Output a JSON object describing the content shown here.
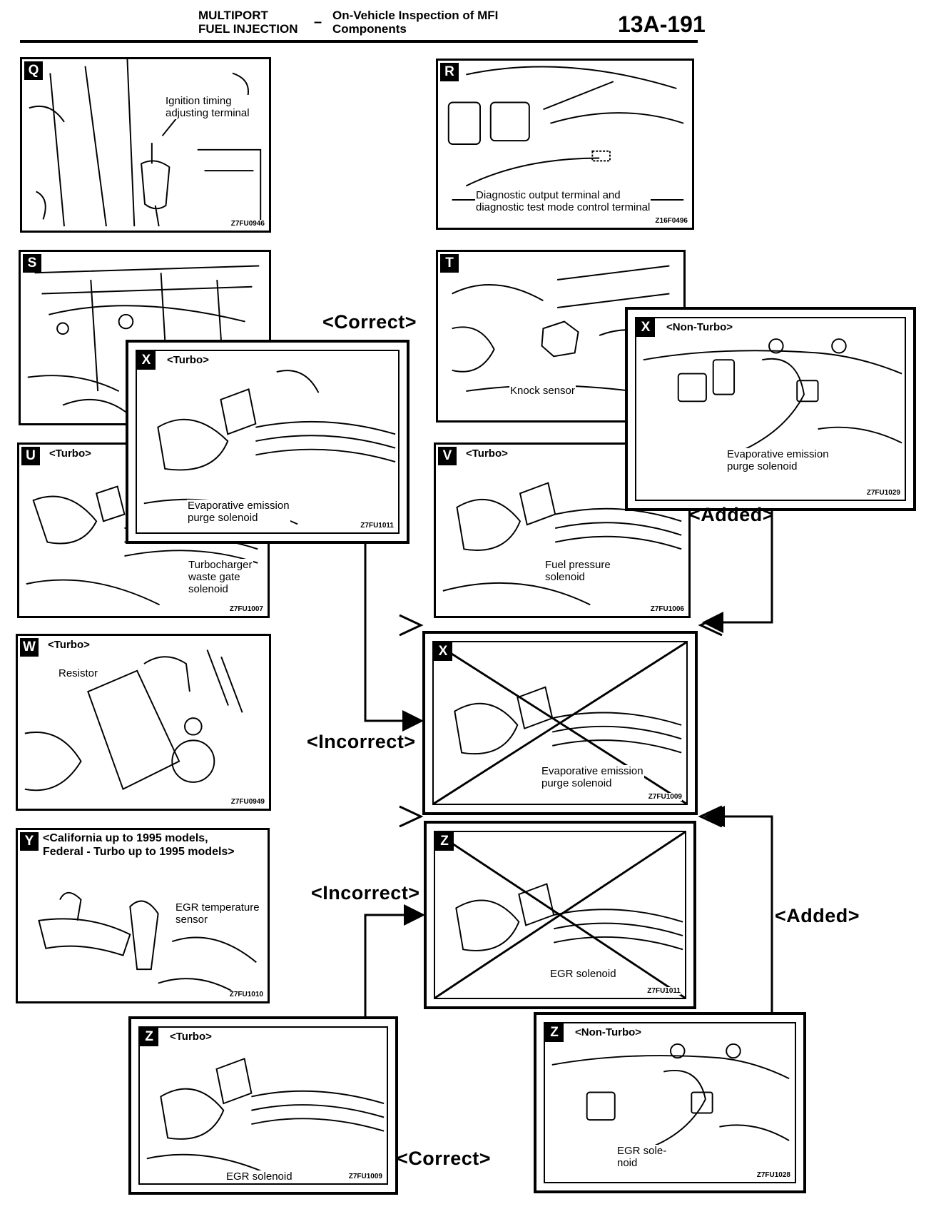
{
  "header": {
    "section_line1": "MULTIPORT",
    "section_line2": "FUEL INJECTION",
    "dash": "–",
    "title_line1": "On-Vehicle Inspection of MFI",
    "title_line2": "Components",
    "page_number": "13A-191"
  },
  "panels": {
    "q": {
      "letter": "Q",
      "label1": "Ignition timing",
      "label2": "adjusting terminal",
      "code": "Z7FU0946"
    },
    "r": {
      "letter": "R",
      "label1": "Diagnostic output terminal and",
      "label2": "diagnostic test mode control terminal",
      "code": "Z16F0496"
    },
    "s": {
      "letter": "S"
    },
    "t": {
      "letter": "T",
      "label1": "Knock sensor"
    },
    "x_turbo": {
      "letter": "X",
      "subtitle": "<Turbo>",
      "label1": "Evaporative emission",
      "label2": "purge solenoid",
      "code": "Z7FU1011"
    },
    "x_nonturbo": {
      "letter": "X",
      "subtitle": "<Non-Turbo>",
      "label1": "Evaporative emission",
      "label2": "purge solenoid",
      "code": "Z7FU1029"
    },
    "u": {
      "letter": "U",
      "subtitle": "<Turbo>",
      "label1": "Turbocharger",
      "label2": "waste gate",
      "label3": "solenoid",
      "code": "Z7FU1007"
    },
    "v": {
      "letter": "V",
      "subtitle": "<Turbo>",
      "label1": "Fuel pressure",
      "label2": "solenoid",
      "code": "Z7FU1006"
    },
    "w": {
      "letter": "W",
      "subtitle": "<Turbo>",
      "label1": "Resistor",
      "code": "Z7FU0949"
    },
    "x_old": {
      "letter": "X",
      "label1": "Evaporative emission",
      "label2": "purge solenoid",
      "code": "Z7FU1009"
    },
    "y": {
      "letter": "Y",
      "title1": "<California up to 1995 models,",
      "title2": "Federal - Turbo up to 1995 models>",
      "label1": "EGR temperature",
      "label2": "sensor",
      "code": "Z7FU1010"
    },
    "z_old": {
      "letter": "Z",
      "label1": "EGR solenoid",
      "code": "Z7FU1011"
    },
    "z_turbo": {
      "letter": "Z",
      "subtitle": "<Turbo>",
      "label1": "EGR solenoid",
      "code": "Z7FU1009"
    },
    "z_nonturbo": {
      "letter": "Z",
      "subtitle": "<Non-Turbo>",
      "label1": "EGR sole-",
      "label2": "noid",
      "code": "Z7FU1028"
    }
  },
  "callouts": {
    "correct_top": "<Correct>",
    "added_right": "<Added>",
    "incorrect_1": "<Incorrect>",
    "incorrect_2": "<Incorrect>",
    "added_lower": "<Added>",
    "correct_bottom": "<Correct>"
  }
}
